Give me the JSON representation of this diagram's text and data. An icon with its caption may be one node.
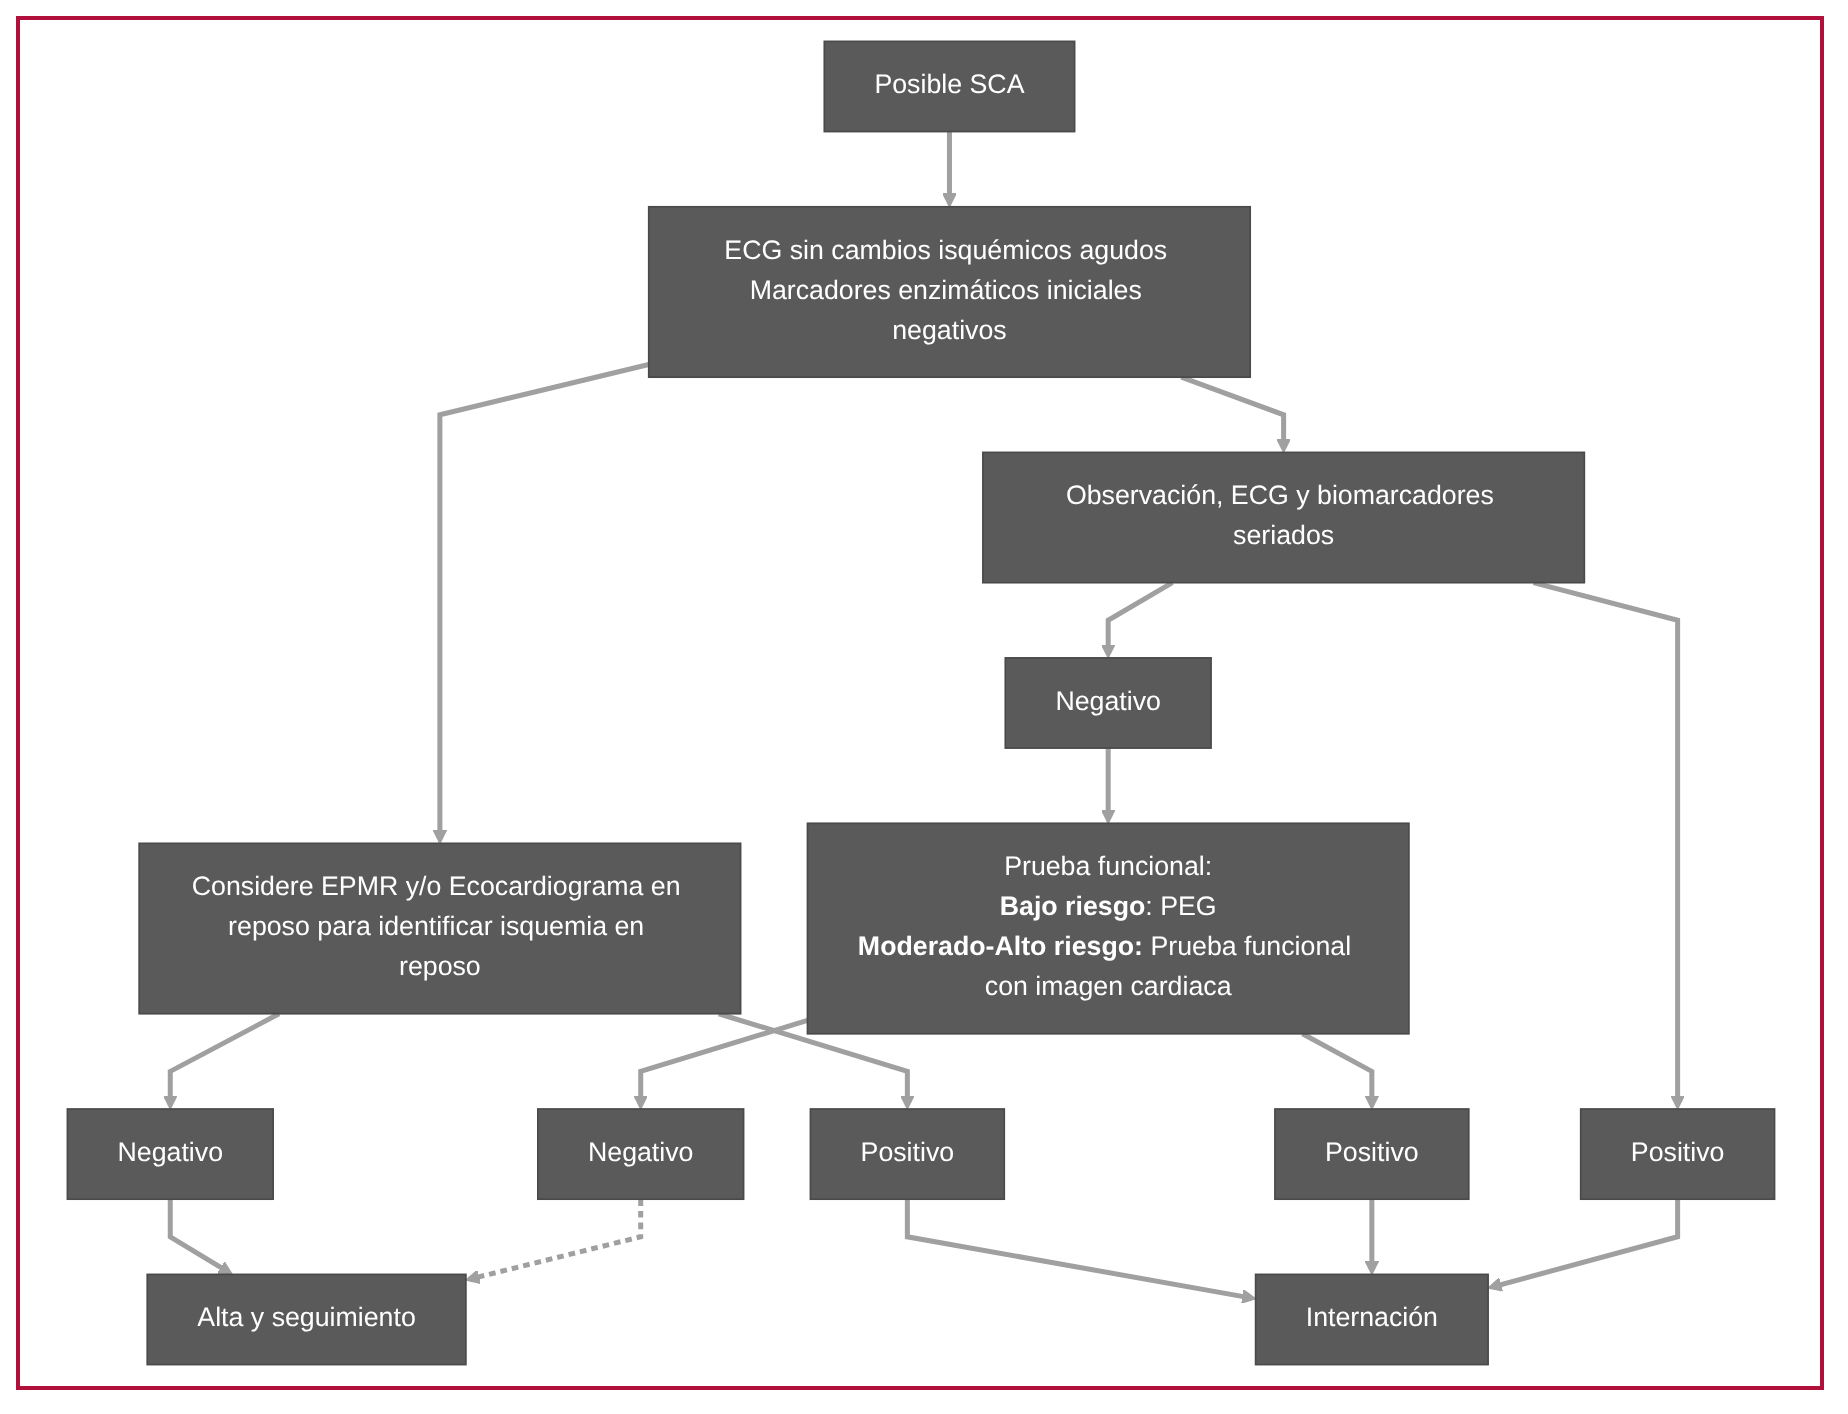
{
  "diagram": {
    "nodes": [
      {
        "text": [
          "Posible SCA"
        ]
      },
      {
        "text": [
          "ECG sin cambios isquémicos agudos Marcadores enzimáticos iniciales negativos"
        ]
      },
      {
        "text": [
          "Considere EPMR y/o Ecocardiograma en reposo para identificar isquemia en reposo"
        ]
      },
      {
        "text": [
          "Observación, ECG y biomarcadores seriados"
        ]
      },
      {
        "text": [
          "Negativo"
        ]
      },
      {
        "text": [
          "Positivo"
        ]
      },
      {
        "text": [
          "Negativo"
        ]
      },
      {
        "text": [
          "Positivo"
        ]
      },
      {
        "text": [
          "Prueba funcional:",
          "**Bajo riesgo**: PEG",
          "**Moderado-Alto riesgo:** Prueba funcional con imagen cardiaca"
        ]
      },
      {
        "text": [
          "Alta y seguimiento"
        ]
      },
      {
        "text": [
          "Negativo"
        ]
      },
      {
        "text": [
          "Positivo"
        ]
      },
      {
        "text": [
          "Internación"
        ]
      }
    ],
    "edges": [
      {
        "from": 0,
        "to": 1,
        "arrow": "to"
      },
      {
        "from": 1,
        "to": 2,
        "arrow": "to"
      },
      {
        "from": 1,
        "to": 3,
        "arrow": "to"
      },
      {
        "from": 2,
        "to": 4,
        "arrow": "to"
      },
      {
        "from": 2,
        "to": 5,
        "arrow": "to"
      },
      {
        "from": 3,
        "to": 6,
        "arrow": "to"
      },
      {
        "from": 3,
        "to": 7,
        "arrow": "to"
      },
      {
        "from": 4,
        "to": 9,
        "arrow": "to"
      },
      {
        "from": 5,
        "to": 12,
        "arrow": "to"
      },
      {
        "from": 6,
        "to": 8,
        "arrow": "to"
      },
      {
        "from": 8,
        "to": 10,
        "arrow": "to"
      },
      {
        "from": 8,
        "to": 11,
        "arrow": "to"
      },
      {
        "from": 10,
        "to": 9,
        "arrow": "to",
        "style": "dashed"
      },
      {
        "from": 11,
        "to": 12,
        "arrow": "to"
      },
      {
        "from": 7,
        "to": 12,
        "arrow": "to"
      }
    ]
  }
}
